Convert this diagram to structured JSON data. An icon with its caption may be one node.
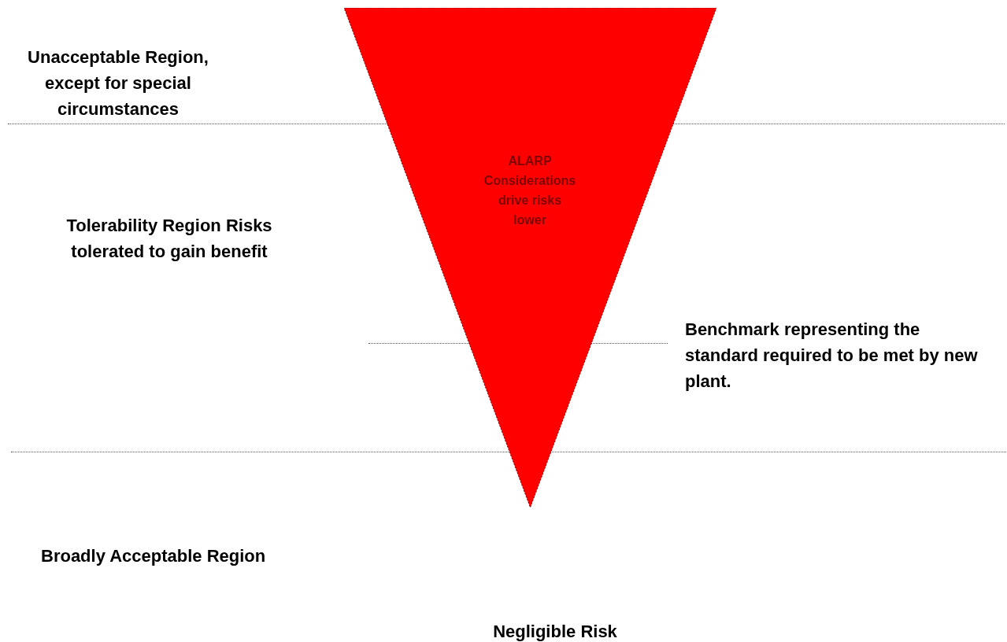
{
  "diagram": {
    "nodes": [
      {
        "text": [
          "ALARP Considerations drive risks lower"
        ]
      }
    ],
    "edges": [],
    "labels": [
      "Unacceptable Region, except for special circumstances",
      "Tolerability Region Risks tolerated to gain benefit",
      "Benchmark representing the standard required to be met by new plant.",
      "Broadly Acceptable Region",
      "Negligible Risk"
    ]
  }
}
